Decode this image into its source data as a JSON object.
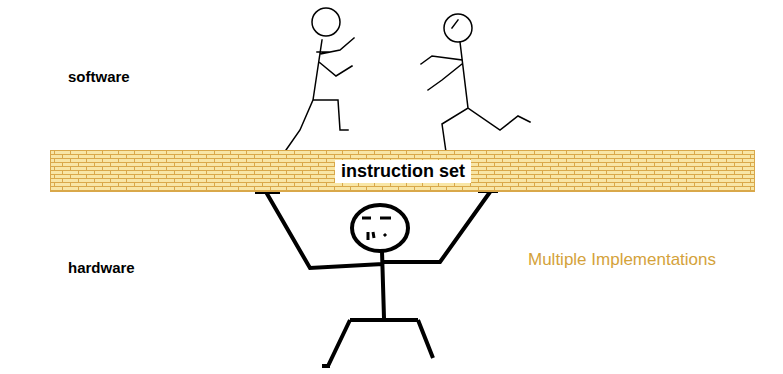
{
  "diagram": {
    "nodes": [
      {
        "text": [
          "instruction set"
        ]
      }
    ],
    "labels": [
      "software",
      "hardware",
      "Multiple Implementations"
    ]
  }
}
